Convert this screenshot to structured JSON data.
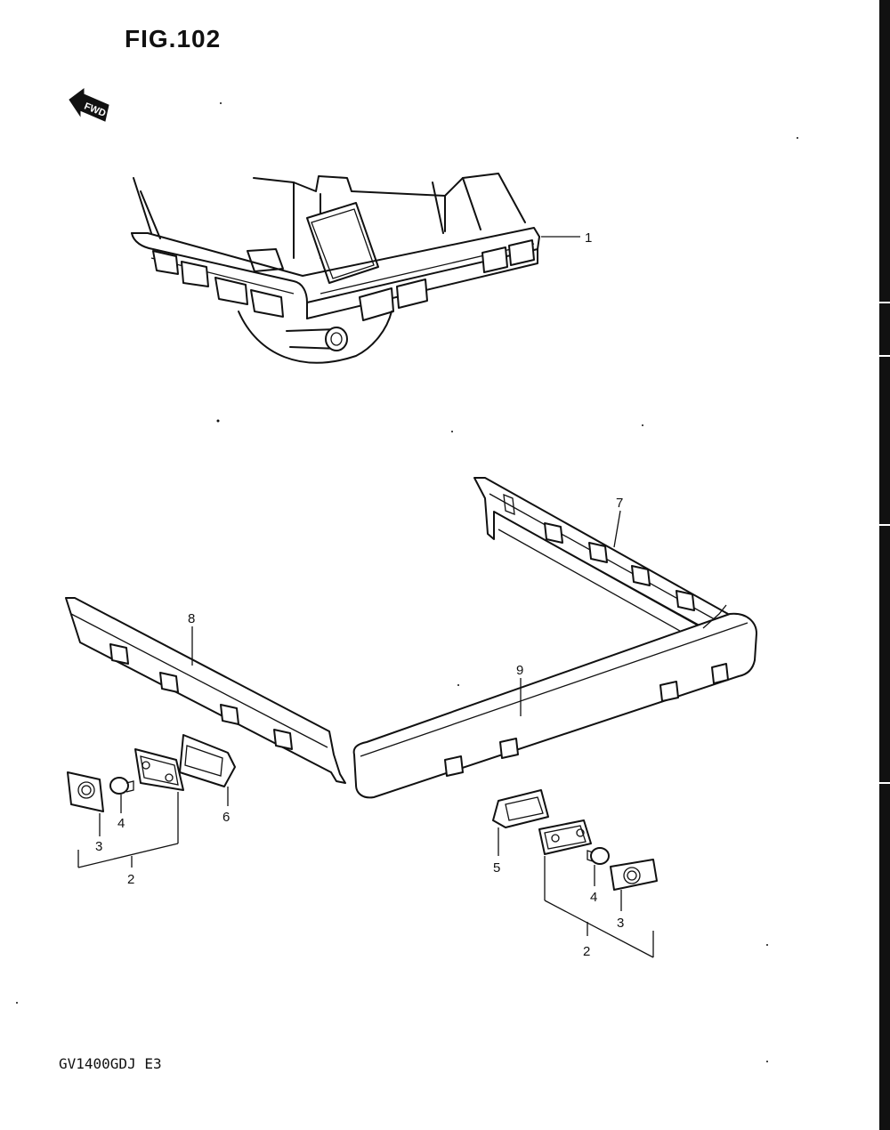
{
  "figure": {
    "title": "FIG.102",
    "fwd_label": "FWD"
  },
  "callouts": {
    "c1": "1",
    "c7": "7",
    "c8": "8",
    "c9": "9",
    "c6": "6",
    "c4_left": "4",
    "c3_left": "3",
    "c2_left": "2",
    "c5": "5",
    "c4_right": "4",
    "c3_right": "3",
    "c2_right": "2"
  },
  "footer": {
    "model_code": "GV1400GDJ E3"
  },
  "colors": {
    "ink": "#111111",
    "paper": "#ffffff"
  }
}
